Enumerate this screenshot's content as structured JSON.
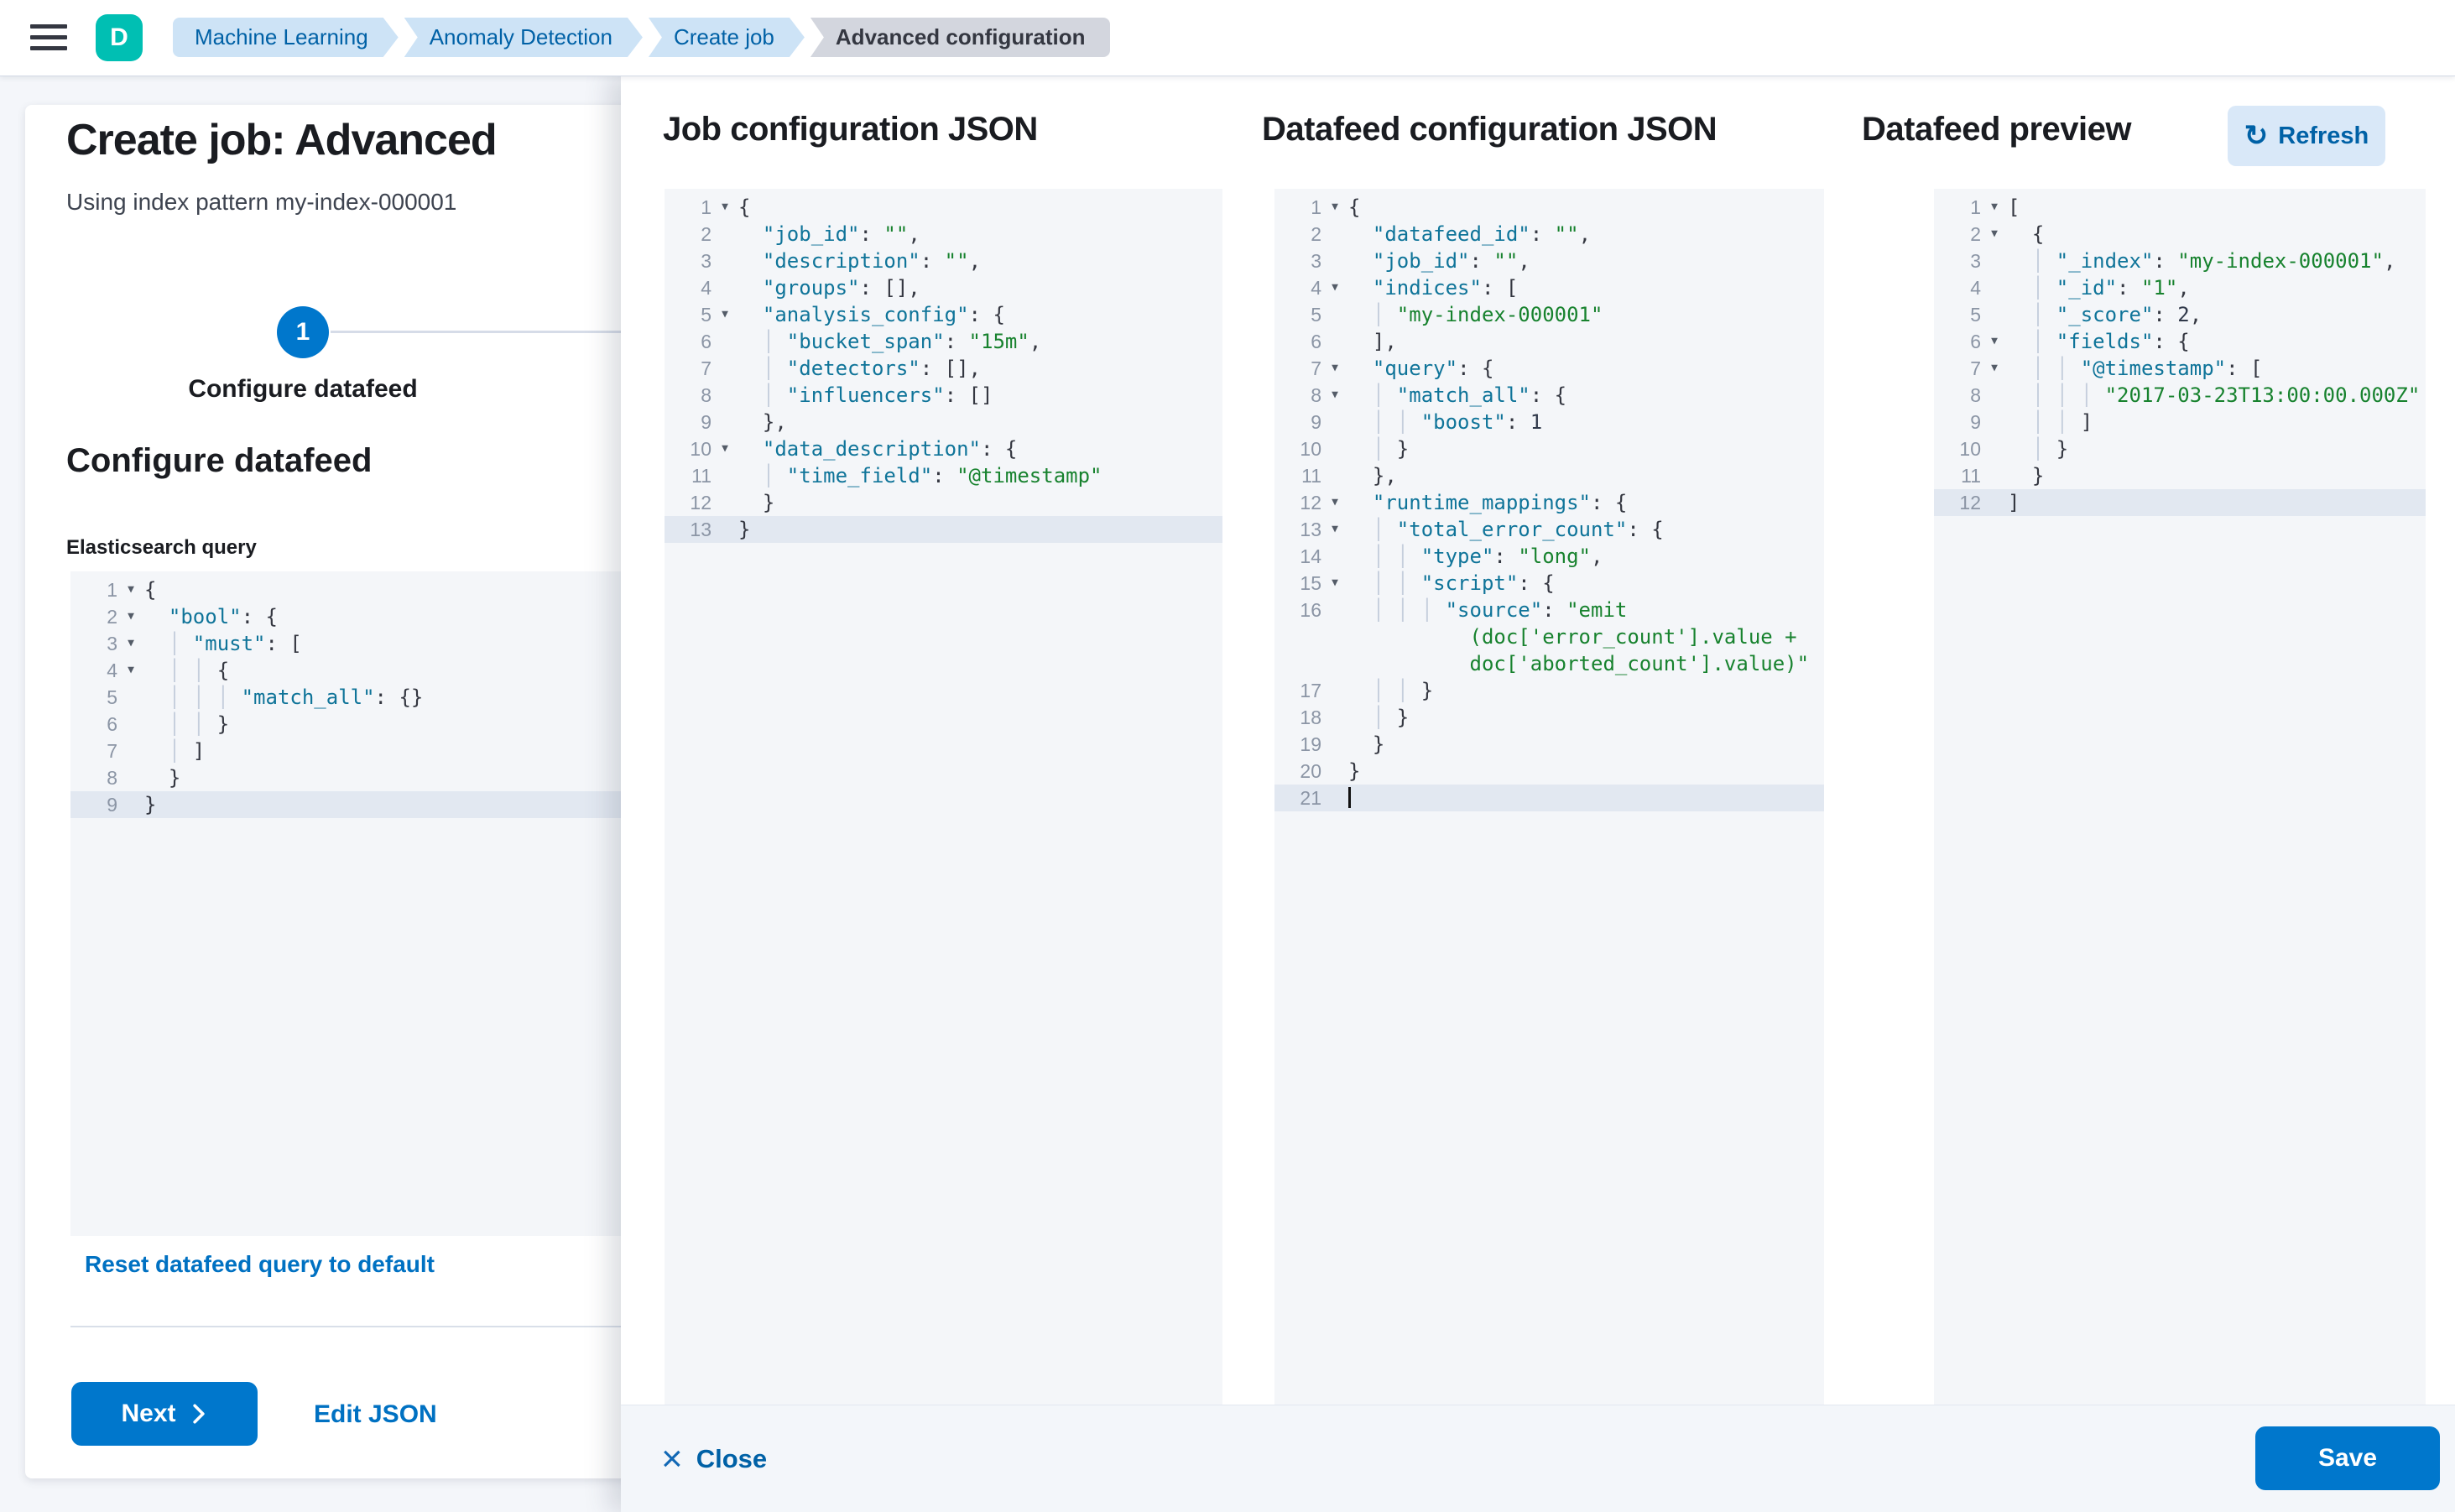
{
  "topbar": {
    "avatar": "D",
    "breadcrumbs": [
      {
        "label": "Machine Learning",
        "current": false
      },
      {
        "label": "Anomaly Detection",
        "current": false
      },
      {
        "label": "Create job",
        "current": false
      },
      {
        "label": "Advanced configuration",
        "current": true
      }
    ]
  },
  "left_panel": {
    "title": "Create job: Advanced",
    "subtitle": "Using index pattern my-index-000001",
    "step_number": "1",
    "step_label": "Configure datafeed",
    "section_heading": "Configure datafeed",
    "query_label": "Elasticsearch query",
    "reset_link": "Reset datafeed query to default",
    "next_button": "Next",
    "edit_json_link": "Edit JSON"
  },
  "flyout": {
    "columns": [
      {
        "heading": "Job configuration JSON"
      },
      {
        "heading": "Datafeed configuration JSON"
      },
      {
        "heading": "Datafeed preview"
      }
    ],
    "refresh_button": "Refresh",
    "close_button": "Close",
    "save_button": "Save"
  },
  "icons": {
    "menu": "hamburger-icon",
    "refresh": "refresh-icon",
    "refresh_glyph": "↻",
    "close": "close-icon",
    "close_glyph": "×",
    "next": "chevron-right-icon",
    "fold": "caret-down-icon",
    "fold_glyph": "▼"
  },
  "colors": {
    "primary_button": "#0077cc",
    "link": "#0071c2",
    "breadcrumb_text": "#0061a6",
    "breadcrumb_bg": "#cde3f6",
    "breadcrumb_current_bg": "#d3d6de",
    "avatar_green": "#00bfb3",
    "editor_bg": "#f4f6f9",
    "active_line": "#e2e8f1",
    "json_key": "#0f7499",
    "json_string": "#17822e",
    "footer_bg": "#f3f6fa"
  },
  "editors": {
    "es_query": [
      {
        "n": "1",
        "fold": true,
        "t": [
          [
            "p",
            "{"
          ]
        ]
      },
      {
        "n": "2",
        "fold": true,
        "t": [
          [
            "p",
            "  "
          ],
          [
            "k",
            "\"bool\""
          ],
          [
            "p",
            ": {"
          ]
        ]
      },
      {
        "n": "3",
        "fold": true,
        "t": [
          [
            "g",
            "  │ "
          ],
          [
            "k",
            "\"must\""
          ],
          [
            "p",
            ": ["
          ]
        ]
      },
      {
        "n": "4",
        "fold": true,
        "t": [
          [
            "g",
            "  │ │ "
          ],
          [
            "p",
            "{"
          ]
        ]
      },
      {
        "n": "5",
        "t": [
          [
            "g",
            "  │ │ │ "
          ],
          [
            "k",
            "\"match_all\""
          ],
          [
            "p",
            ": {}"
          ]
        ]
      },
      {
        "n": "6",
        "t": [
          [
            "g",
            "  │ │ "
          ],
          [
            "p",
            "}"
          ]
        ]
      },
      {
        "n": "7",
        "t": [
          [
            "g",
            "  │ "
          ],
          [
            "p",
            "]"
          ]
        ]
      },
      {
        "n": "8",
        "t": [
          [
            "p",
            "  }"
          ]
        ]
      },
      {
        "n": "9",
        "active": true,
        "t": [
          [
            "p",
            "}"
          ]
        ]
      }
    ],
    "job_config": [
      {
        "n": "1",
        "fold": true,
        "t": [
          [
            "p",
            "{"
          ]
        ]
      },
      {
        "n": "2",
        "t": [
          [
            "p",
            "  "
          ],
          [
            "k",
            "\"job_id\""
          ],
          [
            "p",
            ": "
          ],
          [
            "s",
            "\"\""
          ],
          [
            "p",
            ","
          ]
        ]
      },
      {
        "n": "3",
        "t": [
          [
            "p",
            "  "
          ],
          [
            "k",
            "\"description\""
          ],
          [
            "p",
            ": "
          ],
          [
            "s",
            "\"\""
          ],
          [
            "p",
            ","
          ]
        ]
      },
      {
        "n": "4",
        "t": [
          [
            "p",
            "  "
          ],
          [
            "k",
            "\"groups\""
          ],
          [
            "p",
            ": [],"
          ]
        ]
      },
      {
        "n": "5",
        "fold": true,
        "t": [
          [
            "p",
            "  "
          ],
          [
            "k",
            "\"analysis_config\""
          ],
          [
            "p",
            ": {"
          ]
        ]
      },
      {
        "n": "6",
        "t": [
          [
            "g",
            "  │ "
          ],
          [
            "k",
            "\"bucket_span\""
          ],
          [
            "p",
            ": "
          ],
          [
            "s",
            "\"15m\""
          ],
          [
            "p",
            ","
          ]
        ]
      },
      {
        "n": "7",
        "t": [
          [
            "g",
            "  │ "
          ],
          [
            "k",
            "\"detectors\""
          ],
          [
            "p",
            ": [],"
          ]
        ]
      },
      {
        "n": "8",
        "t": [
          [
            "g",
            "  │ "
          ],
          [
            "k",
            "\"influencers\""
          ],
          [
            "p",
            ": []"
          ]
        ]
      },
      {
        "n": "9",
        "t": [
          [
            "p",
            "  },"
          ]
        ]
      },
      {
        "n": "10",
        "fold": true,
        "t": [
          [
            "p",
            "  "
          ],
          [
            "k",
            "\"data_description\""
          ],
          [
            "p",
            ": {"
          ]
        ]
      },
      {
        "n": "11",
        "t": [
          [
            "g",
            "  │ "
          ],
          [
            "k",
            "\"time_field\""
          ],
          [
            "p",
            ": "
          ],
          [
            "s",
            "\"@timestamp\""
          ]
        ]
      },
      {
        "n": "12",
        "t": [
          [
            "p",
            "  }"
          ]
        ]
      },
      {
        "n": "13",
        "active": true,
        "t": [
          [
            "p",
            "}"
          ]
        ]
      }
    ],
    "datafeed_config": [
      {
        "n": "1",
        "fold": true,
        "t": [
          [
            "p",
            "{"
          ]
        ]
      },
      {
        "n": "2",
        "t": [
          [
            "p",
            "  "
          ],
          [
            "k",
            "\"datafeed_id\""
          ],
          [
            "p",
            ": "
          ],
          [
            "s",
            "\"\""
          ],
          [
            "p",
            ","
          ]
        ]
      },
      {
        "n": "3",
        "t": [
          [
            "p",
            "  "
          ],
          [
            "k",
            "\"job_id\""
          ],
          [
            "p",
            ": "
          ],
          [
            "s",
            "\"\""
          ],
          [
            "p",
            ","
          ]
        ]
      },
      {
        "n": "4",
        "fold": true,
        "t": [
          [
            "p",
            "  "
          ],
          [
            "k",
            "\"indices\""
          ],
          [
            "p",
            ": ["
          ]
        ]
      },
      {
        "n": "5",
        "t": [
          [
            "g",
            "  │ "
          ],
          [
            "s",
            "\"my-index-000001\""
          ]
        ]
      },
      {
        "n": "6",
        "t": [
          [
            "p",
            "  ],"
          ]
        ]
      },
      {
        "n": "7",
        "fold": true,
        "t": [
          [
            "p",
            "  "
          ],
          [
            "k",
            "\"query\""
          ],
          [
            "p",
            ": {"
          ]
        ]
      },
      {
        "n": "8",
        "fold": true,
        "t": [
          [
            "g",
            "  │ "
          ],
          [
            "k",
            "\"match_all\""
          ],
          [
            "p",
            ": {"
          ]
        ]
      },
      {
        "n": "9",
        "t": [
          [
            "g",
            "  │ │ "
          ],
          [
            "k",
            "\"boost\""
          ],
          [
            "p",
            ": "
          ],
          [
            "v",
            "1"
          ]
        ]
      },
      {
        "n": "10",
        "t": [
          [
            "g",
            "  │ "
          ],
          [
            "p",
            "}"
          ]
        ]
      },
      {
        "n": "11",
        "t": [
          [
            "p",
            "  },"
          ]
        ]
      },
      {
        "n": "12",
        "fold": true,
        "t": [
          [
            "p",
            "  "
          ],
          [
            "k",
            "\"runtime_mappings\""
          ],
          [
            "p",
            ": {"
          ]
        ]
      },
      {
        "n": "13",
        "fold": true,
        "t": [
          [
            "g",
            "  │ "
          ],
          [
            "k",
            "\"total_error_count\""
          ],
          [
            "p",
            ": {"
          ]
        ]
      },
      {
        "n": "14",
        "t": [
          [
            "g",
            "  │ │ "
          ],
          [
            "k",
            "\"type\""
          ],
          [
            "p",
            ": "
          ],
          [
            "s",
            "\"long\""
          ],
          [
            "p",
            ","
          ]
        ]
      },
      {
        "n": "15",
        "fold": true,
        "t": [
          [
            "g",
            "  │ │ "
          ],
          [
            "k",
            "\"script\""
          ],
          [
            "p",
            ": {"
          ]
        ]
      },
      {
        "n": "16",
        "t": [
          [
            "g",
            "  │ │ │ "
          ],
          [
            "k",
            "\"source\""
          ],
          [
            "p",
            ": "
          ],
          [
            "s",
            "\"emit"
          ]
        ]
      },
      {
        "n": "",
        "t": [
          [
            "p",
            "          "
          ],
          [
            "s",
            "(doc['error_count'].value +"
          ]
        ]
      },
      {
        "n": "",
        "t": [
          [
            "p",
            "          "
          ],
          [
            "s",
            "doc['aborted_count'].value)\""
          ]
        ]
      },
      {
        "n": "17",
        "t": [
          [
            "g",
            "  │ │ "
          ],
          [
            "p",
            "}"
          ]
        ]
      },
      {
        "n": "18",
        "t": [
          [
            "g",
            "  │ "
          ],
          [
            "p",
            "}"
          ]
        ]
      },
      {
        "n": "19",
        "t": [
          [
            "p",
            "  }"
          ]
        ]
      },
      {
        "n": "20",
        "t": [
          [
            "p",
            "}"
          ]
        ]
      },
      {
        "n": "21",
        "active": true,
        "cursor": true,
        "t": []
      }
    ],
    "preview": [
      {
        "n": "1",
        "fold": true,
        "t": [
          [
            "p",
            "["
          ]
        ]
      },
      {
        "n": "2",
        "fold": true,
        "t": [
          [
            "p",
            "  {"
          ]
        ]
      },
      {
        "n": "3",
        "t": [
          [
            "g",
            "  │ "
          ],
          [
            "k",
            "\"_index\""
          ],
          [
            "p",
            ": "
          ],
          [
            "s",
            "\"my-index-000001\""
          ],
          [
            "p",
            ","
          ]
        ]
      },
      {
        "n": "4",
        "t": [
          [
            "g",
            "  │ "
          ],
          [
            "k",
            "\"_id\""
          ],
          [
            "p",
            ": "
          ],
          [
            "s",
            "\"1\""
          ],
          [
            "p",
            ","
          ]
        ]
      },
      {
        "n": "5",
        "t": [
          [
            "g",
            "  │ "
          ],
          [
            "k",
            "\"_score\""
          ],
          [
            "p",
            ": "
          ],
          [
            "v",
            "2"
          ],
          [
            "p",
            ","
          ]
        ]
      },
      {
        "n": "6",
        "fold": true,
        "t": [
          [
            "g",
            "  │ "
          ],
          [
            "k",
            "\"fields\""
          ],
          [
            "p",
            ": {"
          ]
        ]
      },
      {
        "n": "7",
        "fold": true,
        "t": [
          [
            "g",
            "  │ │ "
          ],
          [
            "k",
            "\"@timestamp\""
          ],
          [
            "p",
            ": ["
          ]
        ]
      },
      {
        "n": "8",
        "t": [
          [
            "g",
            "  │ │ │ "
          ],
          [
            "s",
            "\"2017-03-23T13:00:00.000Z\""
          ]
        ]
      },
      {
        "n": "9",
        "t": [
          [
            "g",
            "  │ │ "
          ],
          [
            "p",
            "]"
          ]
        ]
      },
      {
        "n": "10",
        "t": [
          [
            "g",
            "  │ "
          ],
          [
            "p",
            "}"
          ]
        ]
      },
      {
        "n": "11",
        "t": [
          [
            "p",
            "  }"
          ]
        ]
      },
      {
        "n": "12",
        "active": true,
        "t": [
          [
            "p",
            "]"
          ]
        ]
      }
    ]
  }
}
